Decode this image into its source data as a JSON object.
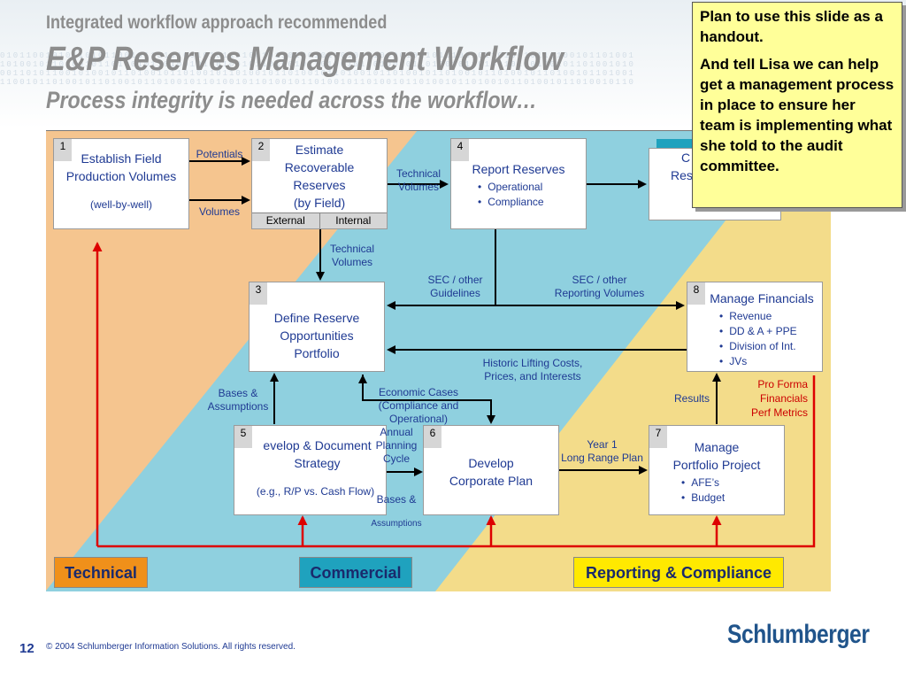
{
  "header": {
    "subtitle": "Integrated workflow approach recommended",
    "title": "E&P Reserves Management Workflow",
    "tagline": "Process integrity is needed across the workflow…"
  },
  "note": {
    "line1": "Plan to use this slide as a handout.",
    "line2": "And tell Lisa we can help get a management process in place to ensure her team is implementing what she told to the audit committee."
  },
  "boxes": {
    "b1": {
      "num": "1",
      "title": "Establish Field\nProduction Volumes",
      "sub": "(well-by-well)"
    },
    "b2": {
      "num": "2",
      "title": "Estimate\nRecoverable\nReserves\n(by Field)",
      "tab_left": "External",
      "tab_right": "Internal"
    },
    "b3": {
      "num": "3",
      "title": "Define Reserve\nOpportunities\nPortfolio"
    },
    "b4": {
      "num": "4",
      "title": "Report Reserves",
      "bullets": [
        "Operational",
        "Compliance"
      ]
    },
    "b_hidden": {
      "line1": "C",
      "line2": "Res"
    },
    "b5": {
      "num": "5",
      "title": "evelop & Document\nStrategy",
      "sub": "(e.g., R/P vs. Cash Flow)"
    },
    "b6": {
      "num": "6",
      "title": "Develop\nCorporate Plan"
    },
    "b7": {
      "num": "7",
      "title": "Manage\nPortfolio Project",
      "bullets": [
        "AFE’s",
        "Budget"
      ]
    },
    "b8": {
      "num": "8",
      "title": "Manage Financials",
      "bullets": [
        "Revenue",
        "DD & A  + PPE",
        "Division of Int.",
        "JVs"
      ]
    }
  },
  "labels": {
    "potentials": "Potentials",
    "volumes": "Volumes",
    "technical_volumes_1": "Technical\nVolumes",
    "technical_volumes_2": "Technical\nVolumes",
    "sec_guidelines": "SEC / other\nGuidelines",
    "sec_reporting": "SEC / other\nReporting Volumes",
    "historic": "Historic Lifting Costs,\nPrices, and Interests",
    "economic_cases": "Economic Cases\n(Compliance and Operational)",
    "bases_assumptions": "Bases &\nAssumptions",
    "annual_planning": "Annual\nPlanning\nCycle",
    "bases_assumptions_small_1": "Bases &",
    "bases_assumptions_small_2": "Assumptions",
    "year1": "Year 1\nLong Range Plan",
    "results": "Results",
    "pro_forma": "Pro Forma\nFinancials\nPerf Metrics"
  },
  "zones": {
    "technical": "Technical",
    "commercial": "Commercial",
    "reporting": "Reporting & Compliance"
  },
  "colors": {
    "technical_bg": "#f5c58f",
    "commercial_bg": "#8fd0df",
    "reporting_bg": "#f3dc8a",
    "technical_label": "#f0901a",
    "commercial_label": "#1fa2be",
    "reporting_label": "#ffe900",
    "arrow_red": "#dd0000",
    "text_blue": "#1f3a93"
  },
  "footer": {
    "page_number": "12",
    "copyright": "© 2004 Schlumberger Information Solutions. All rights reserved.",
    "logo": "Schlumberger"
  }
}
